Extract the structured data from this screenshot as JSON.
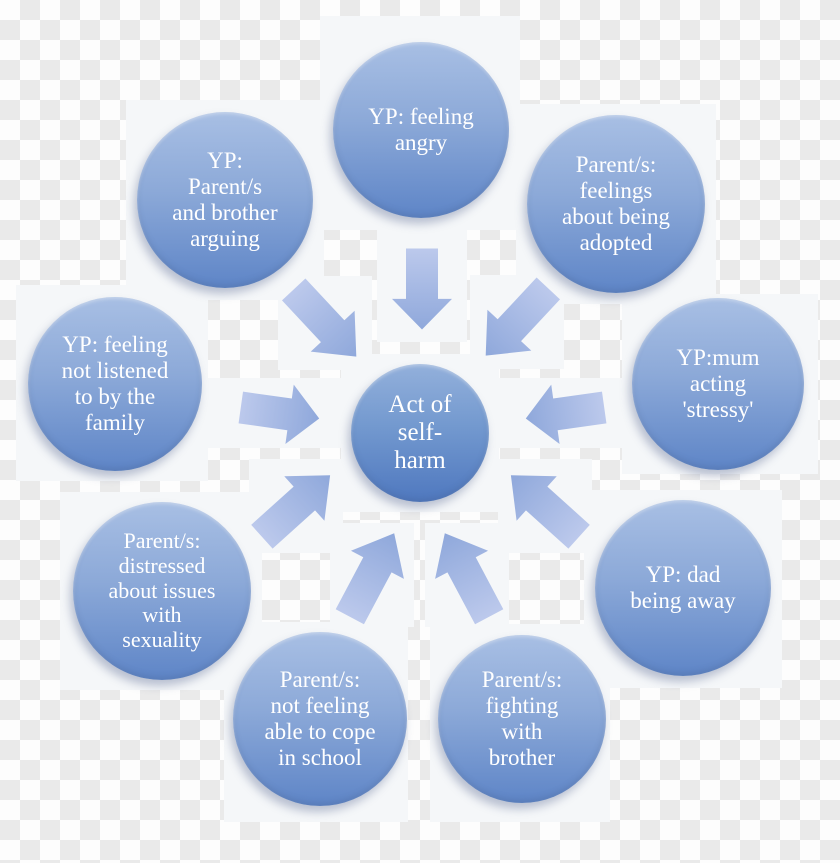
{
  "diagram": {
    "type": "radial-cause-diagram",
    "center": {
      "label": "Act of\nself-\nharm"
    },
    "factors": [
      {
        "position": "top-left",
        "label": "YP:\nParent/s\nand brother\narguing"
      },
      {
        "position": "top",
        "label": "YP: feeling\nangry"
      },
      {
        "position": "top-right",
        "label": "Parent/s:\nfeelings\nabout being\nadopted"
      },
      {
        "position": "left",
        "label": "YP: feeling\nnot listened\nto by the\nfamily"
      },
      {
        "position": "right",
        "label": "YP:mum\nacting\n'stressy'"
      },
      {
        "position": "bottom-left",
        "label": "Parent/s:\ndistressed\nabout issues\nwith\nsexuality"
      },
      {
        "position": "bottom-right",
        "label": "YP: dad\nbeing away"
      },
      {
        "position": "bottom-center-left",
        "label": "Parent/s:\nnot feeling\nable to cope\nin school"
      },
      {
        "position": "bottom-center-right",
        "label": "Parent/s:\nfighting\nwith\nbrother"
      }
    ],
    "arrows": {
      "count": 9,
      "style": "block-arrow",
      "direction": "inward-to-center"
    }
  },
  "colors": {
    "node_grad_top": "#a8bfe4",
    "node_grad_bottom": "#5e85c7",
    "arrow_light": "#bcc9ec",
    "arrow_dark": "#8fa8db",
    "text": "#ffffff",
    "canvas_white": "#f5f7f9",
    "checker_gray": "#eaeaea",
    "checker_white": "#fdfdfd"
  }
}
